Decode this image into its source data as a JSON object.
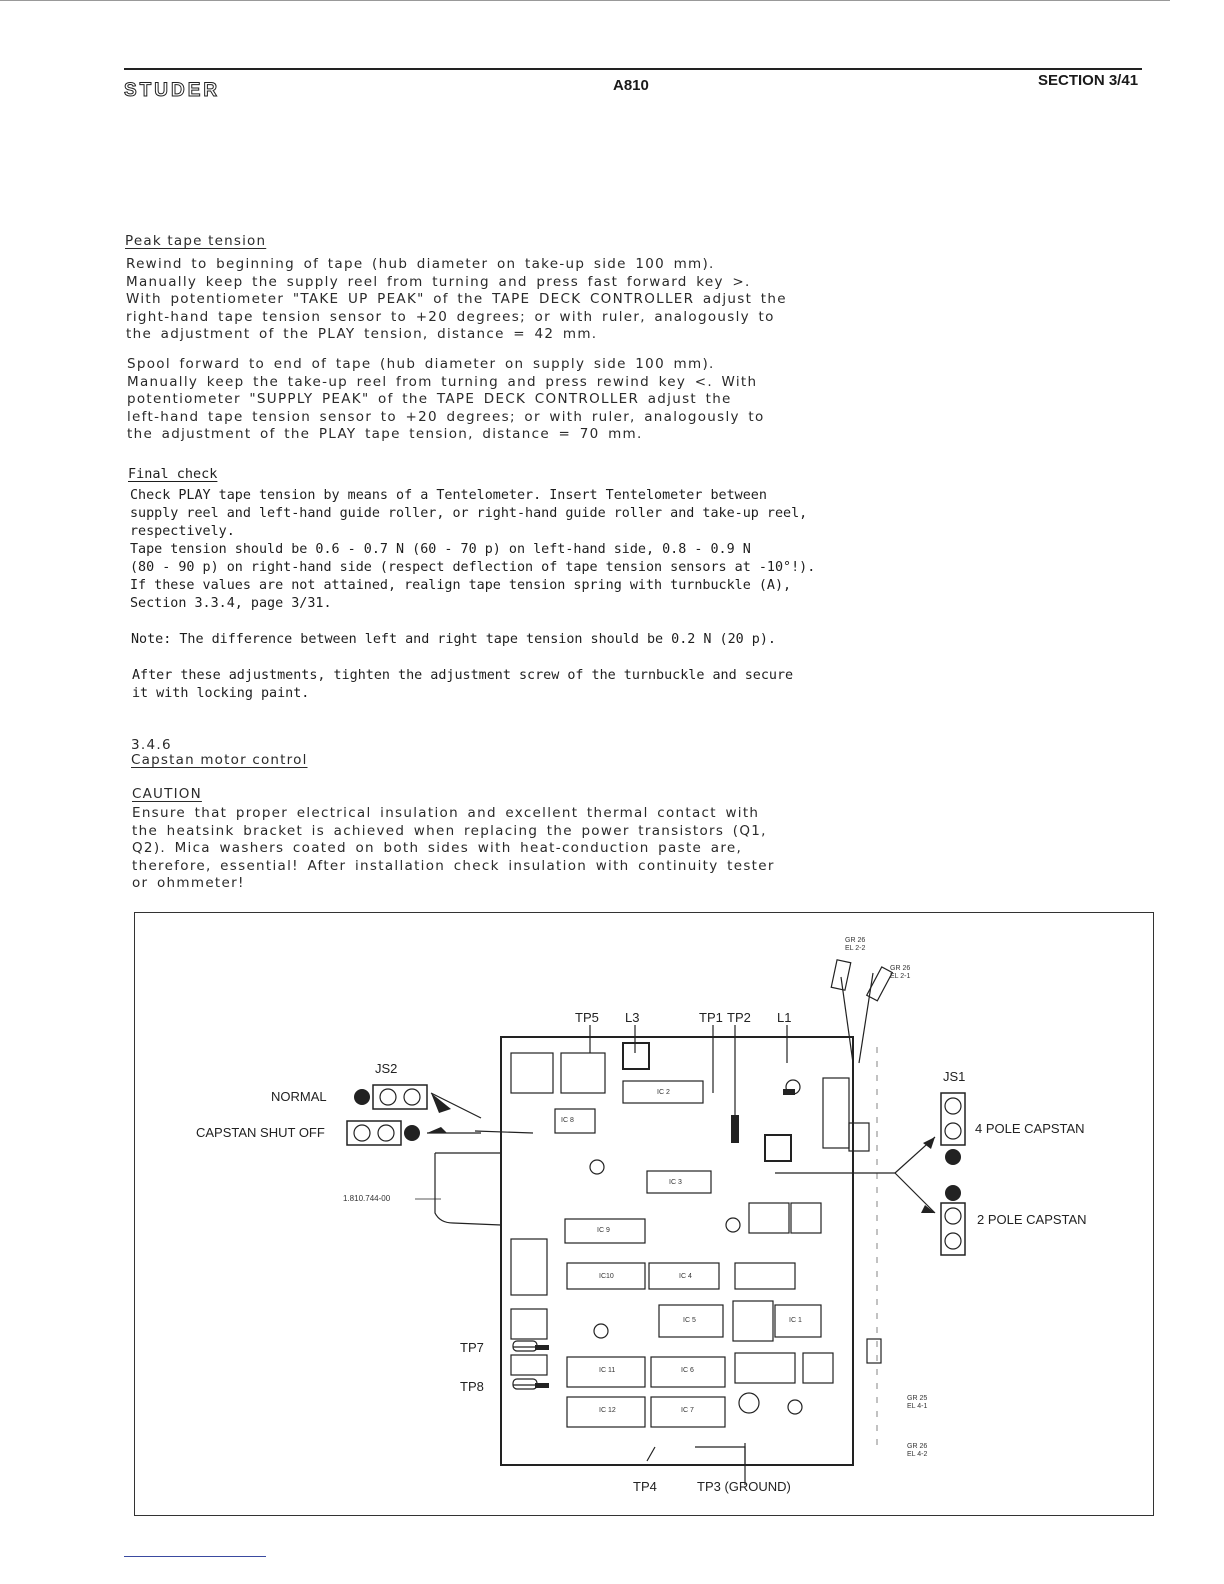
{
  "header": {
    "brand": "STUDER",
    "model": "A810",
    "section": "SECTION 3/41"
  },
  "peak": {
    "heading": "Peak tape tension",
    "p1": "Rewind to beginning of tape (hub diameter on take-up side 100 mm).\nManually keep the supply reel from turning and press fast forward key >.\nWith potentiometer \"TAKE UP PEAK\" of the TAPE DECK CONTROLLER adjust the\nright-hand tape tension sensor to +20 degrees; or with ruler, analogously to\nthe adjustment of the PLAY tension, distance = 42 mm.",
    "p2": "Spool forward to end of tape (hub diameter on supply side 100 mm).\nManually keep the take-up reel from turning and press rewind key <. With\npotentiometer \"SUPPLY PEAK\" of the TAPE DECK CONTROLLER adjust the\nleft-hand tape tension sensor to +20 degrees; or with ruler, analogously to\nthe adjustment of the PLAY tape tension, distance = 70 mm."
  },
  "final": {
    "heading": "Final check",
    "p1": "Check PLAY tape tension by means of a Tentelometer. Insert Tentelometer between\nsupply reel and left-hand guide roller, or right-hand guide roller and take-up reel,\nrespectively.\nTape tension should be 0.6 - 0.7 N (60 - 70 p) on left-hand side, 0.8 - 0.9 N\n(80 - 90 p) on right-hand side (respect deflection of tape tension sensors at -10°!).\nIf these values are not attained, realign tape tension spring with turnbuckle (A),\nSection 3.3.4, page 3/31.",
    "note": "Note: The difference between left and right tape tension should be 0.2 N (20 p).",
    "p2": "After these adjustments, tighten the adjustment screw of the turnbuckle and secure\nit with locking paint."
  },
  "capstan": {
    "number": "3.4.6",
    "heading": "Capstan motor control",
    "caution_heading": "CAUTION",
    "caution": "Ensure that proper electrical insulation and excellent thermal contact with\nthe heatsink bracket is achieved when replacing the power transistors (Q1,\nQ2). Mica washers coated on both sides with heat-conduction paste are,\ntherefore, essential! After installation check insulation with continuity tester\nor ohmmeter!"
  },
  "diagram": {
    "tp5": "TP5",
    "l3": "L3",
    "tp1": "TP1",
    "tp2": "TP2",
    "l1": "L1",
    "js2": "JS2",
    "js1": "JS1",
    "normal": "NORMAL",
    "capstan_shut_off": "CAPSTAN SHUT OFF",
    "four_pole": "4 POLE CAPSTAN",
    "two_pole": "2 POLE CAPSTAN",
    "tp7": "TP7",
    "tp8": "TP8",
    "tp4": "TP4",
    "tp3": "TP3 (GROUND)",
    "part_no": "1.810.744-00",
    "gr26_el22": "GR 26\nEL 2-2",
    "gr26_el21": "GR 26\nEL 2-1",
    "gr25_el41": "GR 25\nEL 4-1",
    "gr26_el42": "GR 26\nEL 4-2",
    "ic_labels": [
      "IC 2",
      "IC 8",
      "IC 3",
      "IC 9",
      "IC10",
      "IC 4",
      "IC 5",
      "IC 1",
      "IC 11",
      "IC 6",
      "IC 12",
      "IC 7"
    ]
  }
}
